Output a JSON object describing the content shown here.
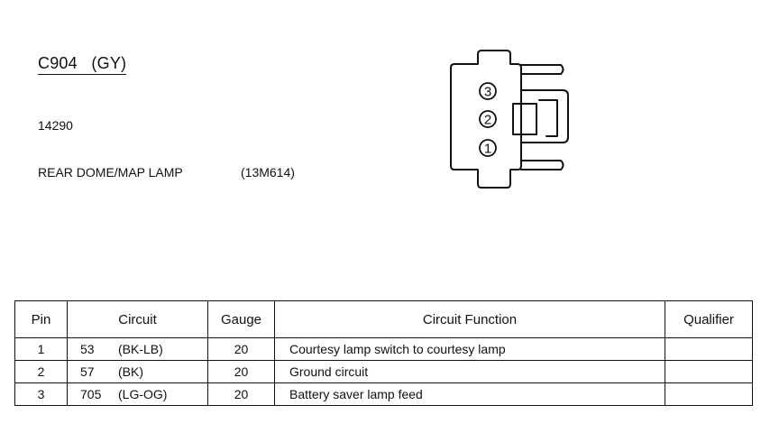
{
  "header": {
    "connector_id": "C904   (GY)",
    "part_number": "14290",
    "component_name": "REAR DOME/MAP LAMP",
    "component_code": "(13M614)"
  },
  "connector": {
    "pin_labels": [
      "3",
      "2",
      "1"
    ]
  },
  "table": {
    "columns": [
      "Pin",
      "Circuit",
      "Gauge",
      "Circuit Function",
      "Qualifier"
    ],
    "rows": [
      {
        "pin": "1",
        "circuit": "53",
        "color": "(BK-LB)",
        "gauge": "20",
        "function": "Courtesy lamp switch to courtesy lamp",
        "qualifier": ""
      },
      {
        "pin": "2",
        "circuit": "57",
        "color": "(BK)",
        "gauge": "20",
        "function": "Ground circuit",
        "qualifier": ""
      },
      {
        "pin": "3",
        "circuit": "705",
        "color": "(LG-OG)",
        "gauge": "20",
        "function": "Battery saver lamp feed",
        "qualifier": ""
      }
    ]
  }
}
